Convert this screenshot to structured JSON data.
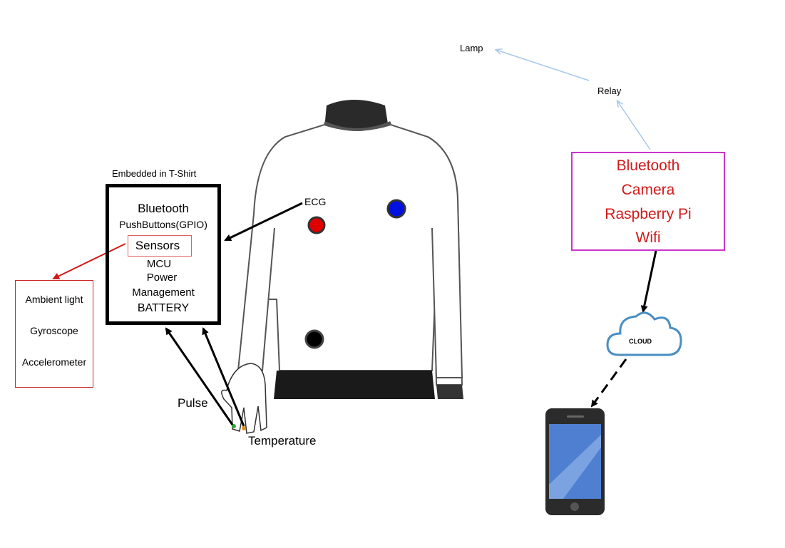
{
  "embedded": {
    "caption": "Embedded in T-Shirt",
    "bluetooth": "Bluetooth",
    "pushbuttons": "PushButtons(GPIO)",
    "sensors": "Sensors",
    "mcu": "MCU",
    "power": "Power",
    "management": "Management",
    "battery": "BATTERY"
  },
  "sensors_list": [
    "Ambient light",
    "Gyroscope",
    "Accelerometer"
  ],
  "pi_box": [
    "Bluetooth",
    "Camera",
    "Raspberry Pi",
    "Wifi"
  ],
  "labels": {
    "lamp": "Lamp",
    "relay": "Relay",
    "ecg": "ECG",
    "pulse": "Pulse",
    "temperature": "Temperature",
    "cloud": "CLOUD"
  },
  "colors": {
    "ecg_red": "#e00000",
    "ecg_blue": "#0010e0",
    "ecg_black": "#000000",
    "pi_text": "#d11a1a",
    "pi_border": "#cc33cc",
    "sensor_border": "#cc2222",
    "cloud": "#4a8ec2",
    "phone_screen": "#4f7fd0",
    "light_arrow": "#a8c8e8"
  }
}
